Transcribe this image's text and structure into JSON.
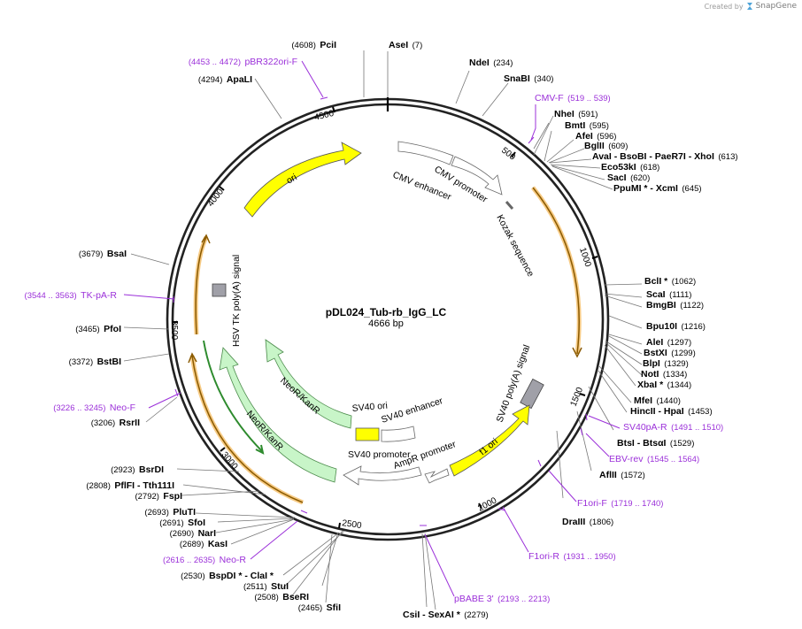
{
  "watermark": {
    "prefix": "Created by",
    "brand": "SnapGene",
    "icon": "snapgene-logo-icon"
  },
  "plasmid": {
    "name": "pDL024_Tub-rb_IgG_LC",
    "size_text": "4666 bp",
    "length": 4666
  },
  "colors": {
    "backbone": "#222222",
    "primer": "#9b30d9",
    "ori": "#ffff00",
    "neo": "#c8f5c8",
    "orange": "#f0a020",
    "green_orf": "#2e8b2e",
    "terminator": "#a0a0a8"
  },
  "ticks": [
    "500",
    "1000",
    "1500",
    "2000",
    "2500",
    "3000",
    "3500",
    "4000",
    "4500"
  ],
  "restriction_sites": [
    {
      "name": "PciI",
      "pos": "(4608)"
    },
    {
      "name": "AseI",
      "pos": "(7)"
    },
    {
      "name": "NdeI",
      "pos": "(234)"
    },
    {
      "name": "SnaBI",
      "pos": "(340)"
    },
    {
      "name": "NheI",
      "pos": "(591)"
    },
    {
      "name": "BmtI",
      "pos": "(595)"
    },
    {
      "name": "AfeI",
      "pos": "(596)"
    },
    {
      "name": "BglII",
      "pos": "(609)"
    },
    {
      "name": "AvaI - BsoBI - PaeR7I - XhoI",
      "pos": "(613)"
    },
    {
      "name": "Eco53kI",
      "pos": "(618)"
    },
    {
      "name": "SacI",
      "pos": "(620)"
    },
    {
      "name": "PpuMI * - XcmI",
      "pos": "(645)"
    },
    {
      "name": "BclI *",
      "pos": "(1062)"
    },
    {
      "name": "ScaI",
      "pos": "(1111)"
    },
    {
      "name": "BmgBI",
      "pos": "(1122)"
    },
    {
      "name": "Bpu10I",
      "pos": "(1216)"
    },
    {
      "name": "AleI",
      "pos": "(1297)"
    },
    {
      "name": "BstXI",
      "pos": "(1299)"
    },
    {
      "name": "BlpI",
      "pos": "(1329)"
    },
    {
      "name": "NotI",
      "pos": "(1334)"
    },
    {
      "name": "XbaI *",
      "pos": "(1344)"
    },
    {
      "name": "MfeI",
      "pos": "(1440)"
    },
    {
      "name": "HincII - HpaI",
      "pos": "(1453)"
    },
    {
      "name": "BtsI - BtsαI",
      "pos": "(1529)"
    },
    {
      "name": "AflII",
      "pos": "(1572)"
    },
    {
      "name": "DraIII",
      "pos": "(1806)"
    },
    {
      "name": "CsiI - SexAI *",
      "pos": "(2279)"
    },
    {
      "name": "SfiI",
      "pos": "(2465)"
    },
    {
      "name": "BseRI",
      "pos": "(2508)"
    },
    {
      "name": "StuI",
      "pos": "(2511)"
    },
    {
      "name": "BspDI * - ClaI *",
      "pos": "(2530)"
    },
    {
      "name": "KasI",
      "pos": "(2689)"
    },
    {
      "name": "NarI",
      "pos": "(2690)"
    },
    {
      "name": "SfoI",
      "pos": "(2691)"
    },
    {
      "name": "PluTI",
      "pos": "(2693)"
    },
    {
      "name": "FspI",
      "pos": "(2792)"
    },
    {
      "name": "PflFI - Tth111I",
      "pos": "(2808)"
    },
    {
      "name": "BsrDI",
      "pos": "(2923)"
    },
    {
      "name": "RsrII",
      "pos": "(3206)"
    },
    {
      "name": "BstBI",
      "pos": "(3372)"
    },
    {
      "name": "PfoI",
      "pos": "(3465)"
    },
    {
      "name": "BsaI",
      "pos": "(3679)"
    },
    {
      "name": "ApaLI",
      "pos": "(4294)"
    }
  ],
  "primers": [
    {
      "name": "pBR322ori-F",
      "pos": "(4453 .. 4472)"
    },
    {
      "name": "CMV-F",
      "pos": "(519 .. 539)"
    },
    {
      "name": "SV40pA-R",
      "pos": "(1491 .. 1510)"
    },
    {
      "name": "EBV-rev",
      "pos": "(1545 .. 1564)"
    },
    {
      "name": "F1ori-F",
      "pos": "(1719 .. 1740)"
    },
    {
      "name": "F1ori-R",
      "pos": "(1931 .. 1950)"
    },
    {
      "name": "pBABE 3'",
      "pos": "(2193 .. 2213)"
    },
    {
      "name": "Neo-R",
      "pos": "(2616 .. 2635)"
    },
    {
      "name": "Neo-F",
      "pos": "(3226 .. 3245)"
    },
    {
      "name": "TK-pA-R",
      "pos": "(3544 .. 3563)"
    }
  ],
  "features": {
    "ori": "ori",
    "cmv_enhancer": "CMV enhancer",
    "cmv_promoter": "CMV promoter",
    "kozak": "Kozak sequence",
    "sv40_polya": "SV40 poly(A) signal",
    "f1_ori": "f1 ori",
    "ampr_promoter": "AmpR promoter",
    "sv40_promoter": "SV40 promoter",
    "sv40_enhancer": "SV40 enhancer",
    "sv40_ori": "SV40 ori",
    "neo_kan_1": "NeoR/KanR",
    "neo_kan_2": "NeoR/KanR",
    "hsv_tk": "HSV TK poly(A) signal"
  }
}
